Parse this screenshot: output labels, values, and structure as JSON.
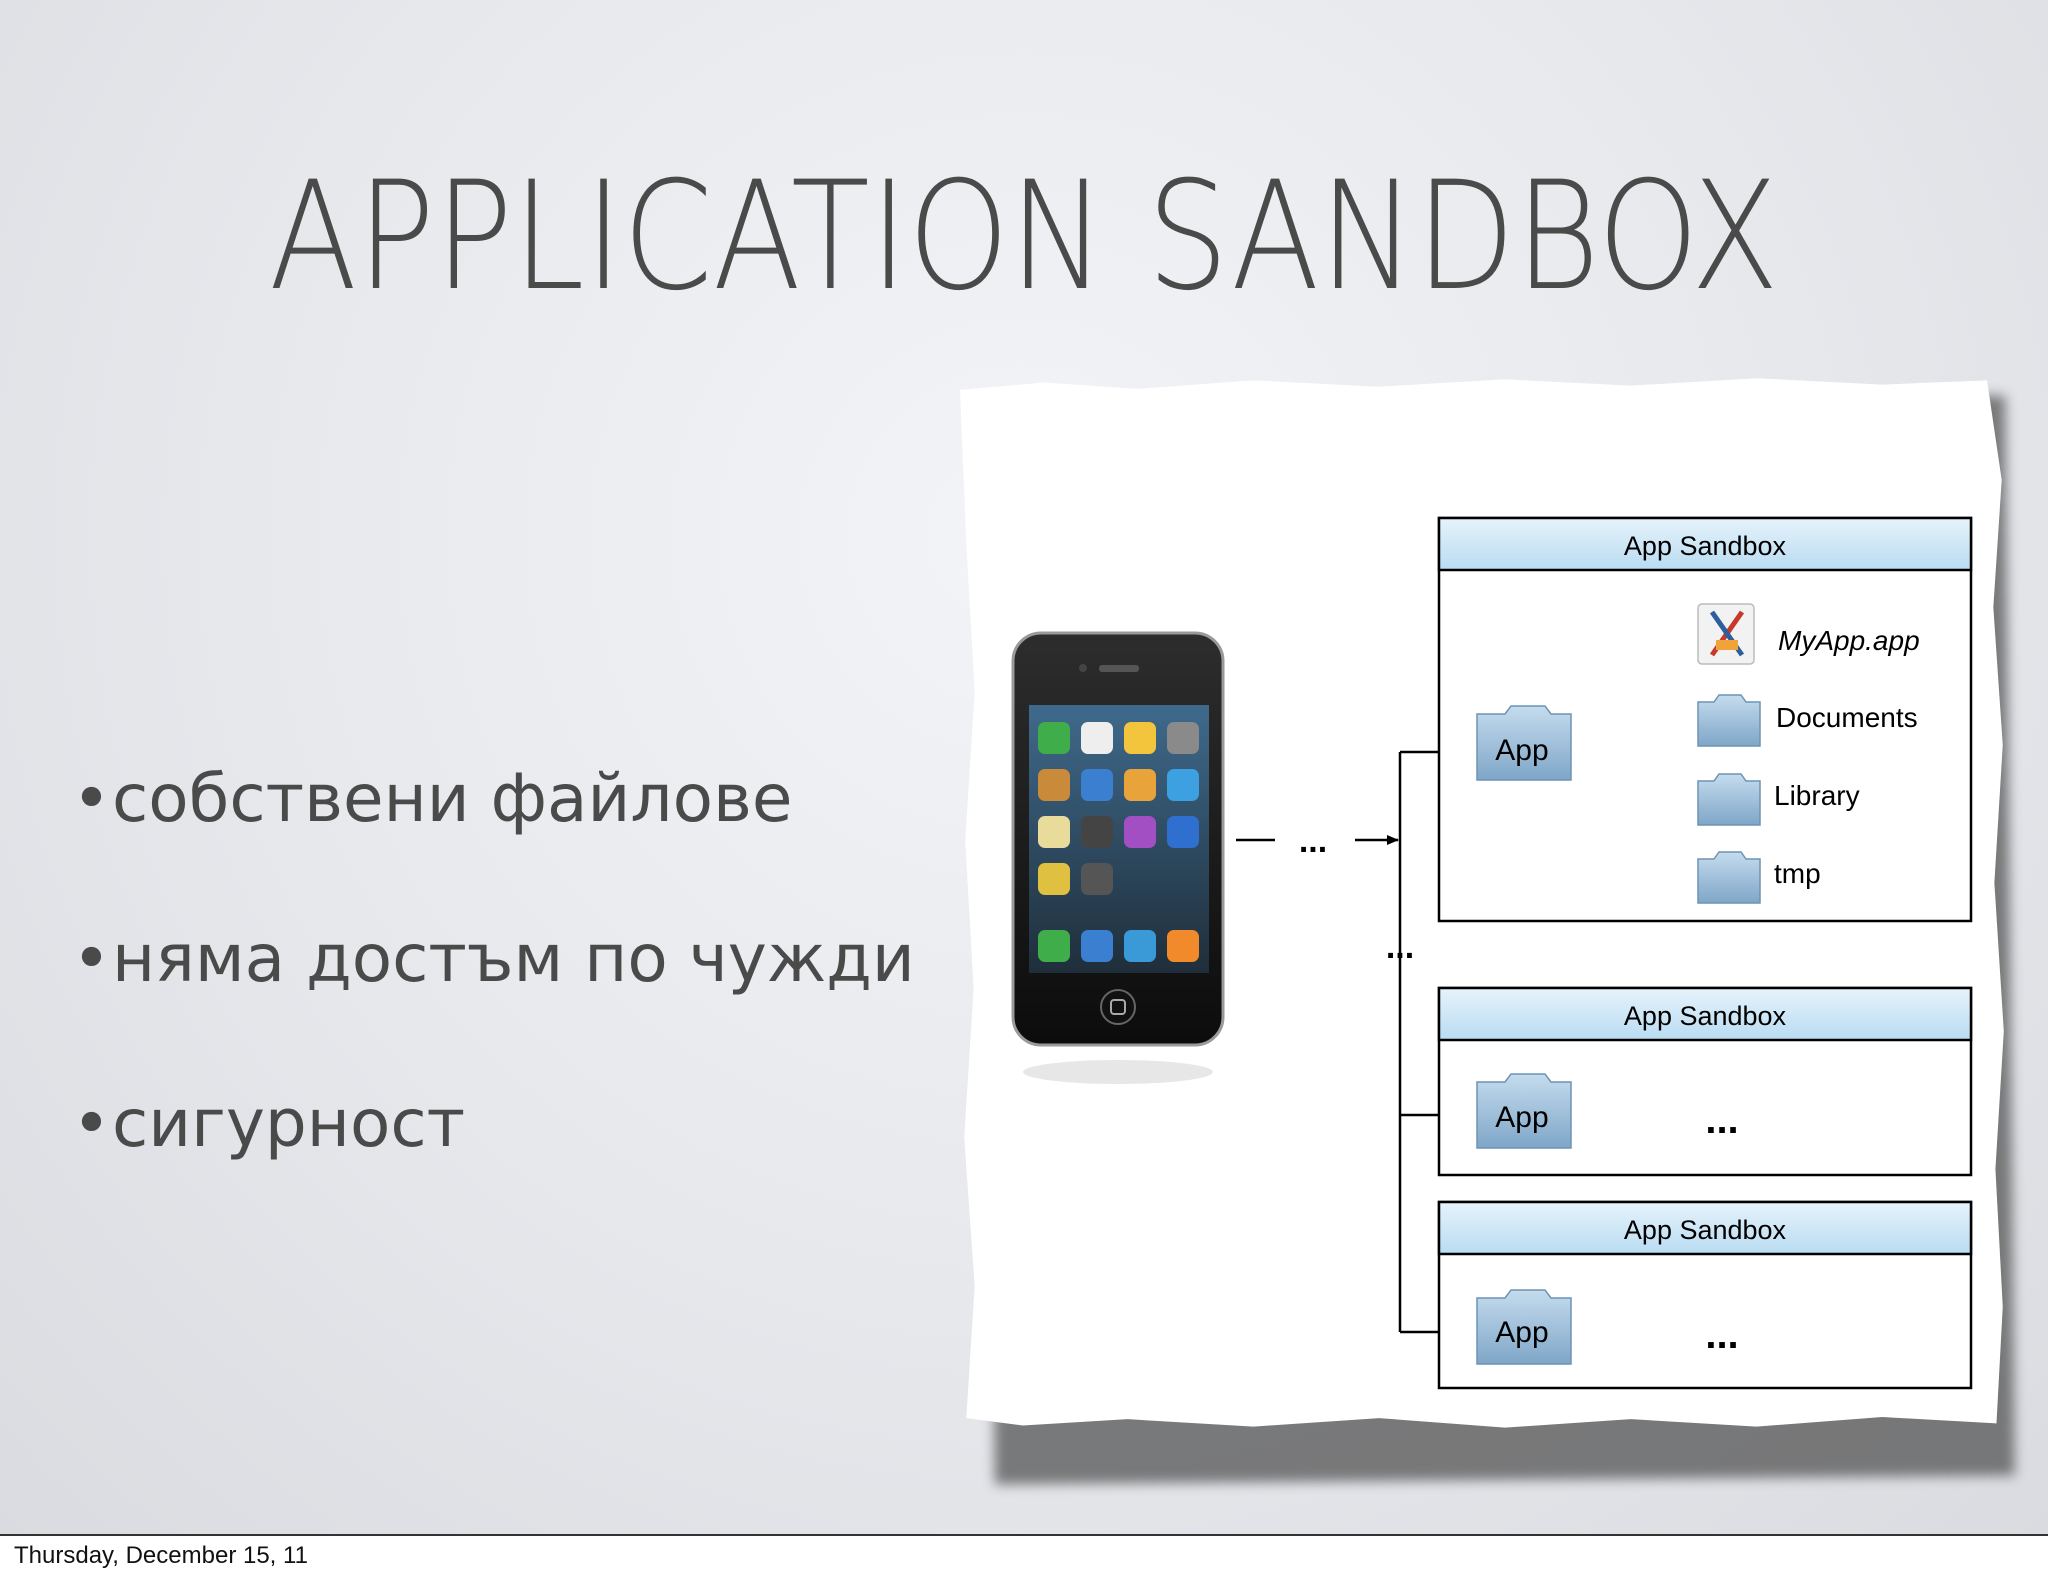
{
  "slide": {
    "title": "APPLICATION SANDBOX",
    "bullets": [
      "собствени файлове",
      "няма достъм по чужди",
      "сигурност"
    ],
    "bullet_glyph": "•"
  },
  "diagram": {
    "ellipsis": "...",
    "sandboxes": [
      {
        "header": "App Sandbox",
        "app_label": "App",
        "items": [
          {
            "label": "MyApp.app",
            "icon": "xcode-app-icon"
          },
          {
            "label": "Documents",
            "icon": "folder-icon"
          },
          {
            "label": "Library",
            "icon": "folder-icon"
          },
          {
            "label": "tmp",
            "icon": "folder-icon"
          }
        ]
      },
      {
        "header": "App Sandbox",
        "app_label": "App"
      },
      {
        "header": "App Sandbox",
        "app_label": "App"
      }
    ],
    "header_color": "#cfe7f7"
  },
  "footer": {
    "date": "Thursday, December 15, 11"
  }
}
